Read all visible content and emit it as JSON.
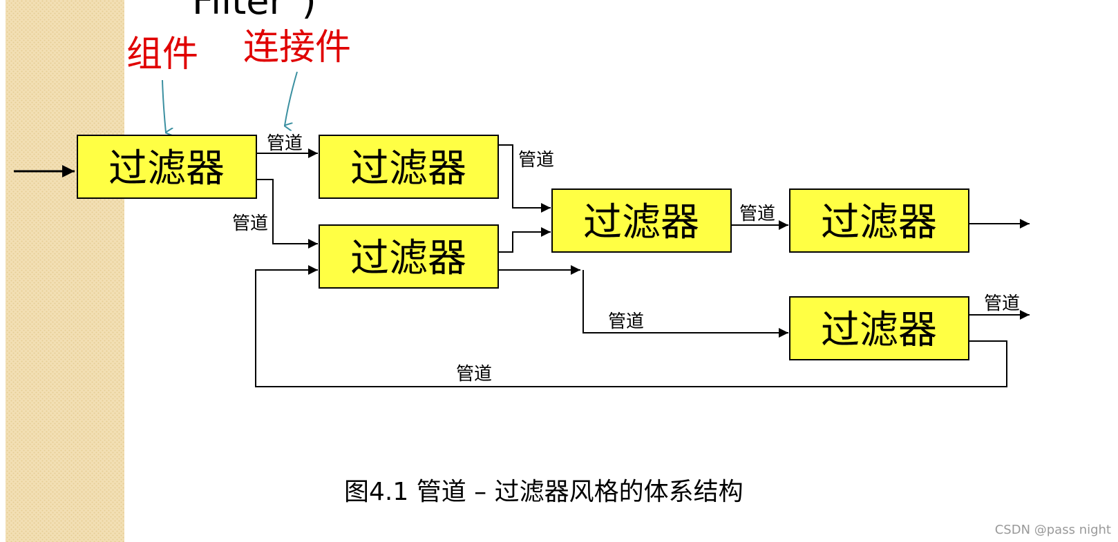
{
  "slide": {
    "partial_title": "Filter\")",
    "caption": "图4.1  管道 – 过滤器风格的体系结构",
    "watermark": "CSDN @pass night"
  },
  "callouts": {
    "component": "组件",
    "connector": "连接件"
  },
  "filters": [
    {
      "id": "f1",
      "label": "过滤器"
    },
    {
      "id": "f2",
      "label": "过滤器"
    },
    {
      "id": "f3",
      "label": "过滤器"
    },
    {
      "id": "f4",
      "label": "过滤器"
    },
    {
      "id": "f5",
      "label": "过滤器"
    },
    {
      "id": "f6",
      "label": "过滤器"
    }
  ],
  "pipe_labels": [
    {
      "id": "p1",
      "label": "管道"
    },
    {
      "id": "p2",
      "label": "管道"
    },
    {
      "id": "p3",
      "label": "管道"
    },
    {
      "id": "p4",
      "label": "管道"
    },
    {
      "id": "p5",
      "label": "管道"
    },
    {
      "id": "p6",
      "label": "管道"
    },
    {
      "id": "p7",
      "label": "管道"
    }
  ],
  "colors": {
    "filter_fill": "#ffff44",
    "filter_border": "#000000",
    "line": "#000000",
    "callout_text": "#e00000",
    "callout_arrow": "#3a8fa0",
    "sidebar_base": "#f2dfb4",
    "sidebar_dot": "#e6cc94"
  }
}
